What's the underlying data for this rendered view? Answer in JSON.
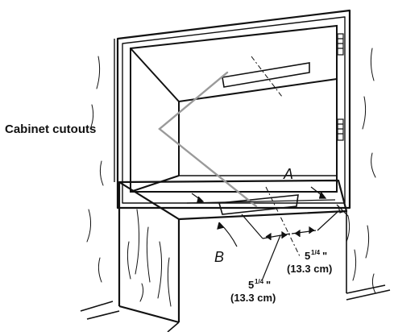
{
  "diagram": {
    "callout_label": "Cabinet cutouts",
    "dimension_a_label": "A",
    "dimension_b_label": "B",
    "dimension_right": {
      "whole": "5",
      "fraction": "1/4",
      "unit_inch": "\"",
      "metric": "(13.3 cm)"
    },
    "dimension_lower": {
      "whole": "5",
      "fraction": "1/4",
      "unit_inch": "\"",
      "metric": "(13.3 cm)"
    },
    "colors": {
      "ink": "#111111",
      "callout_line": "#9a9a9a",
      "background": "#ffffff"
    }
  }
}
